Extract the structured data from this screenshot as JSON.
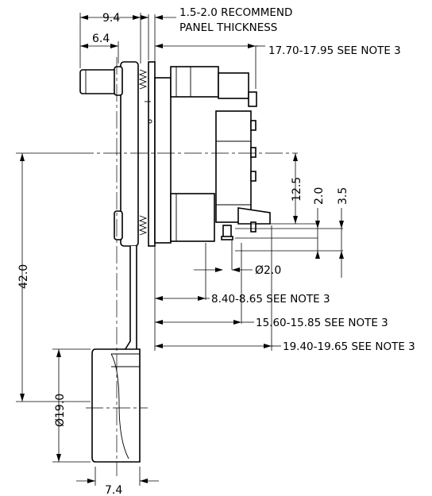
{
  "dimensions": {
    "d_9_4": "9.4",
    "d_6_4": "6.4",
    "panel_line1": "1.5-2.0 RECOMMEND",
    "panel_line2": "PANEL THICKNESS",
    "d_17_70": "17.70-17.95 SEE NOTE 3",
    "d_12_5": "12.5",
    "d_2_0": "2.0",
    "d_3_5": "3.5",
    "d_dia_2_0": "Ø2.0",
    "d_8_40": "8.40-8.65 SEE NOTE 3",
    "d_15_60": "15.60-15.85 SEE NOTE 3",
    "d_19_40": "19.40-19.65 SEE NOTE 3",
    "d_42_0": "42.0",
    "d_dia_19_0": "Ø19.0",
    "d_7_4": "7.4"
  }
}
